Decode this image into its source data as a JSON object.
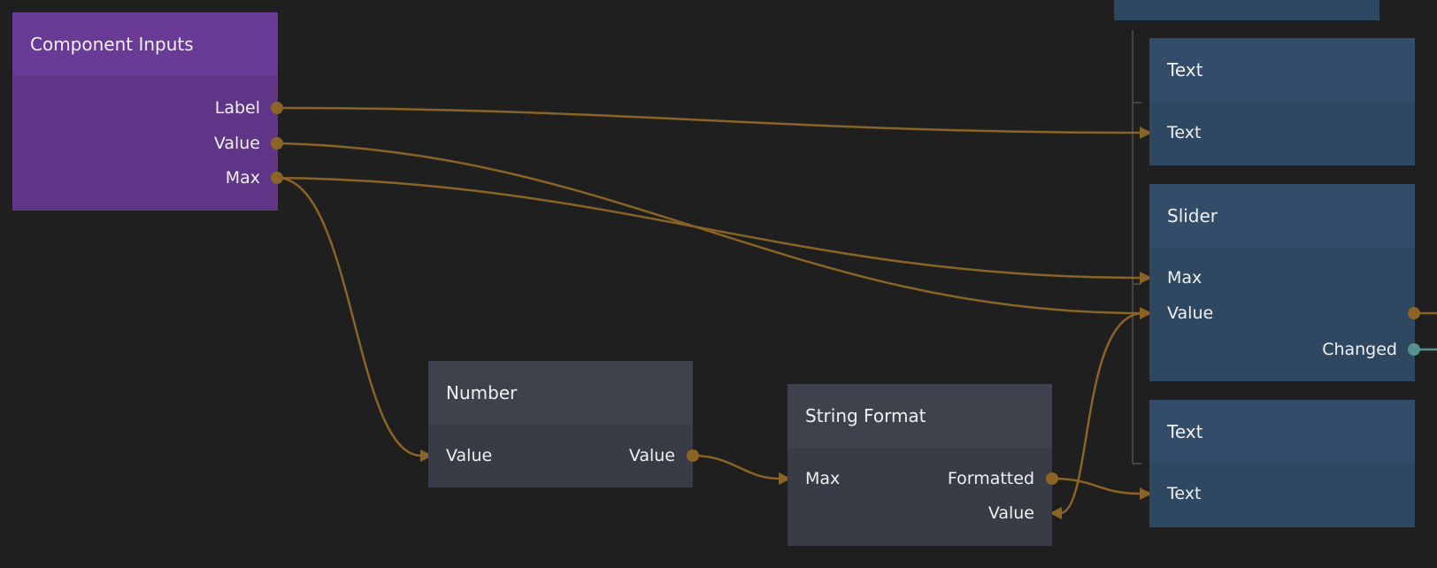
{
  "colors": {
    "background": "#1f1f1f",
    "wire": "#8a6426",
    "signal_wire": "#5a8f8f",
    "component_inputs": "#693a96",
    "visual_node": "#324c69",
    "logic_node": "#3f424d"
  },
  "nodes": {
    "component_inputs": {
      "title": "Component Inputs",
      "outputs": [
        "Label",
        "Value",
        "Max"
      ]
    },
    "text1": {
      "title": "Text",
      "inputs": [
        "Text"
      ]
    },
    "slider": {
      "title": "Slider",
      "inputs": [
        "Max",
        "Value"
      ],
      "outputs": [
        "Value",
        "Changed"
      ]
    },
    "text2": {
      "title": "Text",
      "inputs": [
        "Text"
      ]
    },
    "number": {
      "title": "Number",
      "inputs": [
        "Value"
      ],
      "outputs": [
        "Value"
      ]
    },
    "string_format": {
      "title": "String Format",
      "inputs": [
        "Max"
      ],
      "outputs": [
        "Formatted",
        "Value"
      ]
    }
  }
}
